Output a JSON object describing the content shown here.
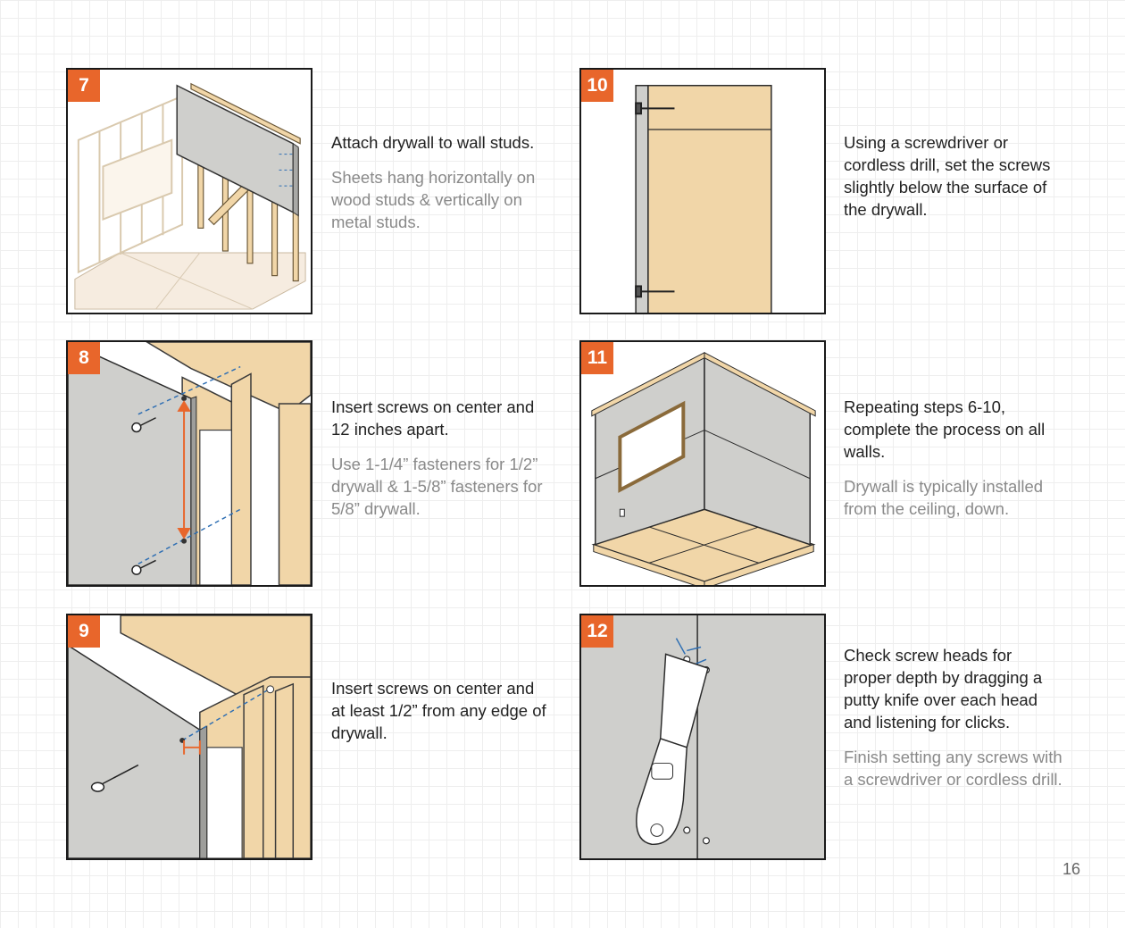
{
  "colors": {
    "accent": "#e8662b",
    "drywall": "#cfcfcc",
    "wood": "#f1d6a8",
    "screw_line": "#2f6fb3"
  },
  "steps": [
    {
      "number": "7",
      "text": "Attach drywall to wall studs.",
      "note": "Sheets hang horizontally on wood studs & vertically on metal studs."
    },
    {
      "number": "8",
      "text": "Insert screws on center and 12 inches apart.",
      "note": "Use 1-1/4” fasteners for 1/2” drywall & 1-5/8” fasteners for 5/8” drywall."
    },
    {
      "number": "9",
      "text": "Insert screws on center and at least 1/2” from any edge of drywall.",
      "note": ""
    },
    {
      "number": "10",
      "text": "Using a screwdriver or cordless drill, set the screws slightly below the surface of the drywall.",
      "note": ""
    },
    {
      "number": "11",
      "text": "Repeating steps 6-10, complete the process on all walls.",
      "note": "Drywall is typically installed from the ceiling, down."
    },
    {
      "number": "12",
      "text": "Check screw heads for proper depth by dragging a putty knife over each head and listening for clicks.",
      "note": "Finish setting any screws with a screwdriver or cordless drill."
    }
  ],
  "page_number": "16"
}
